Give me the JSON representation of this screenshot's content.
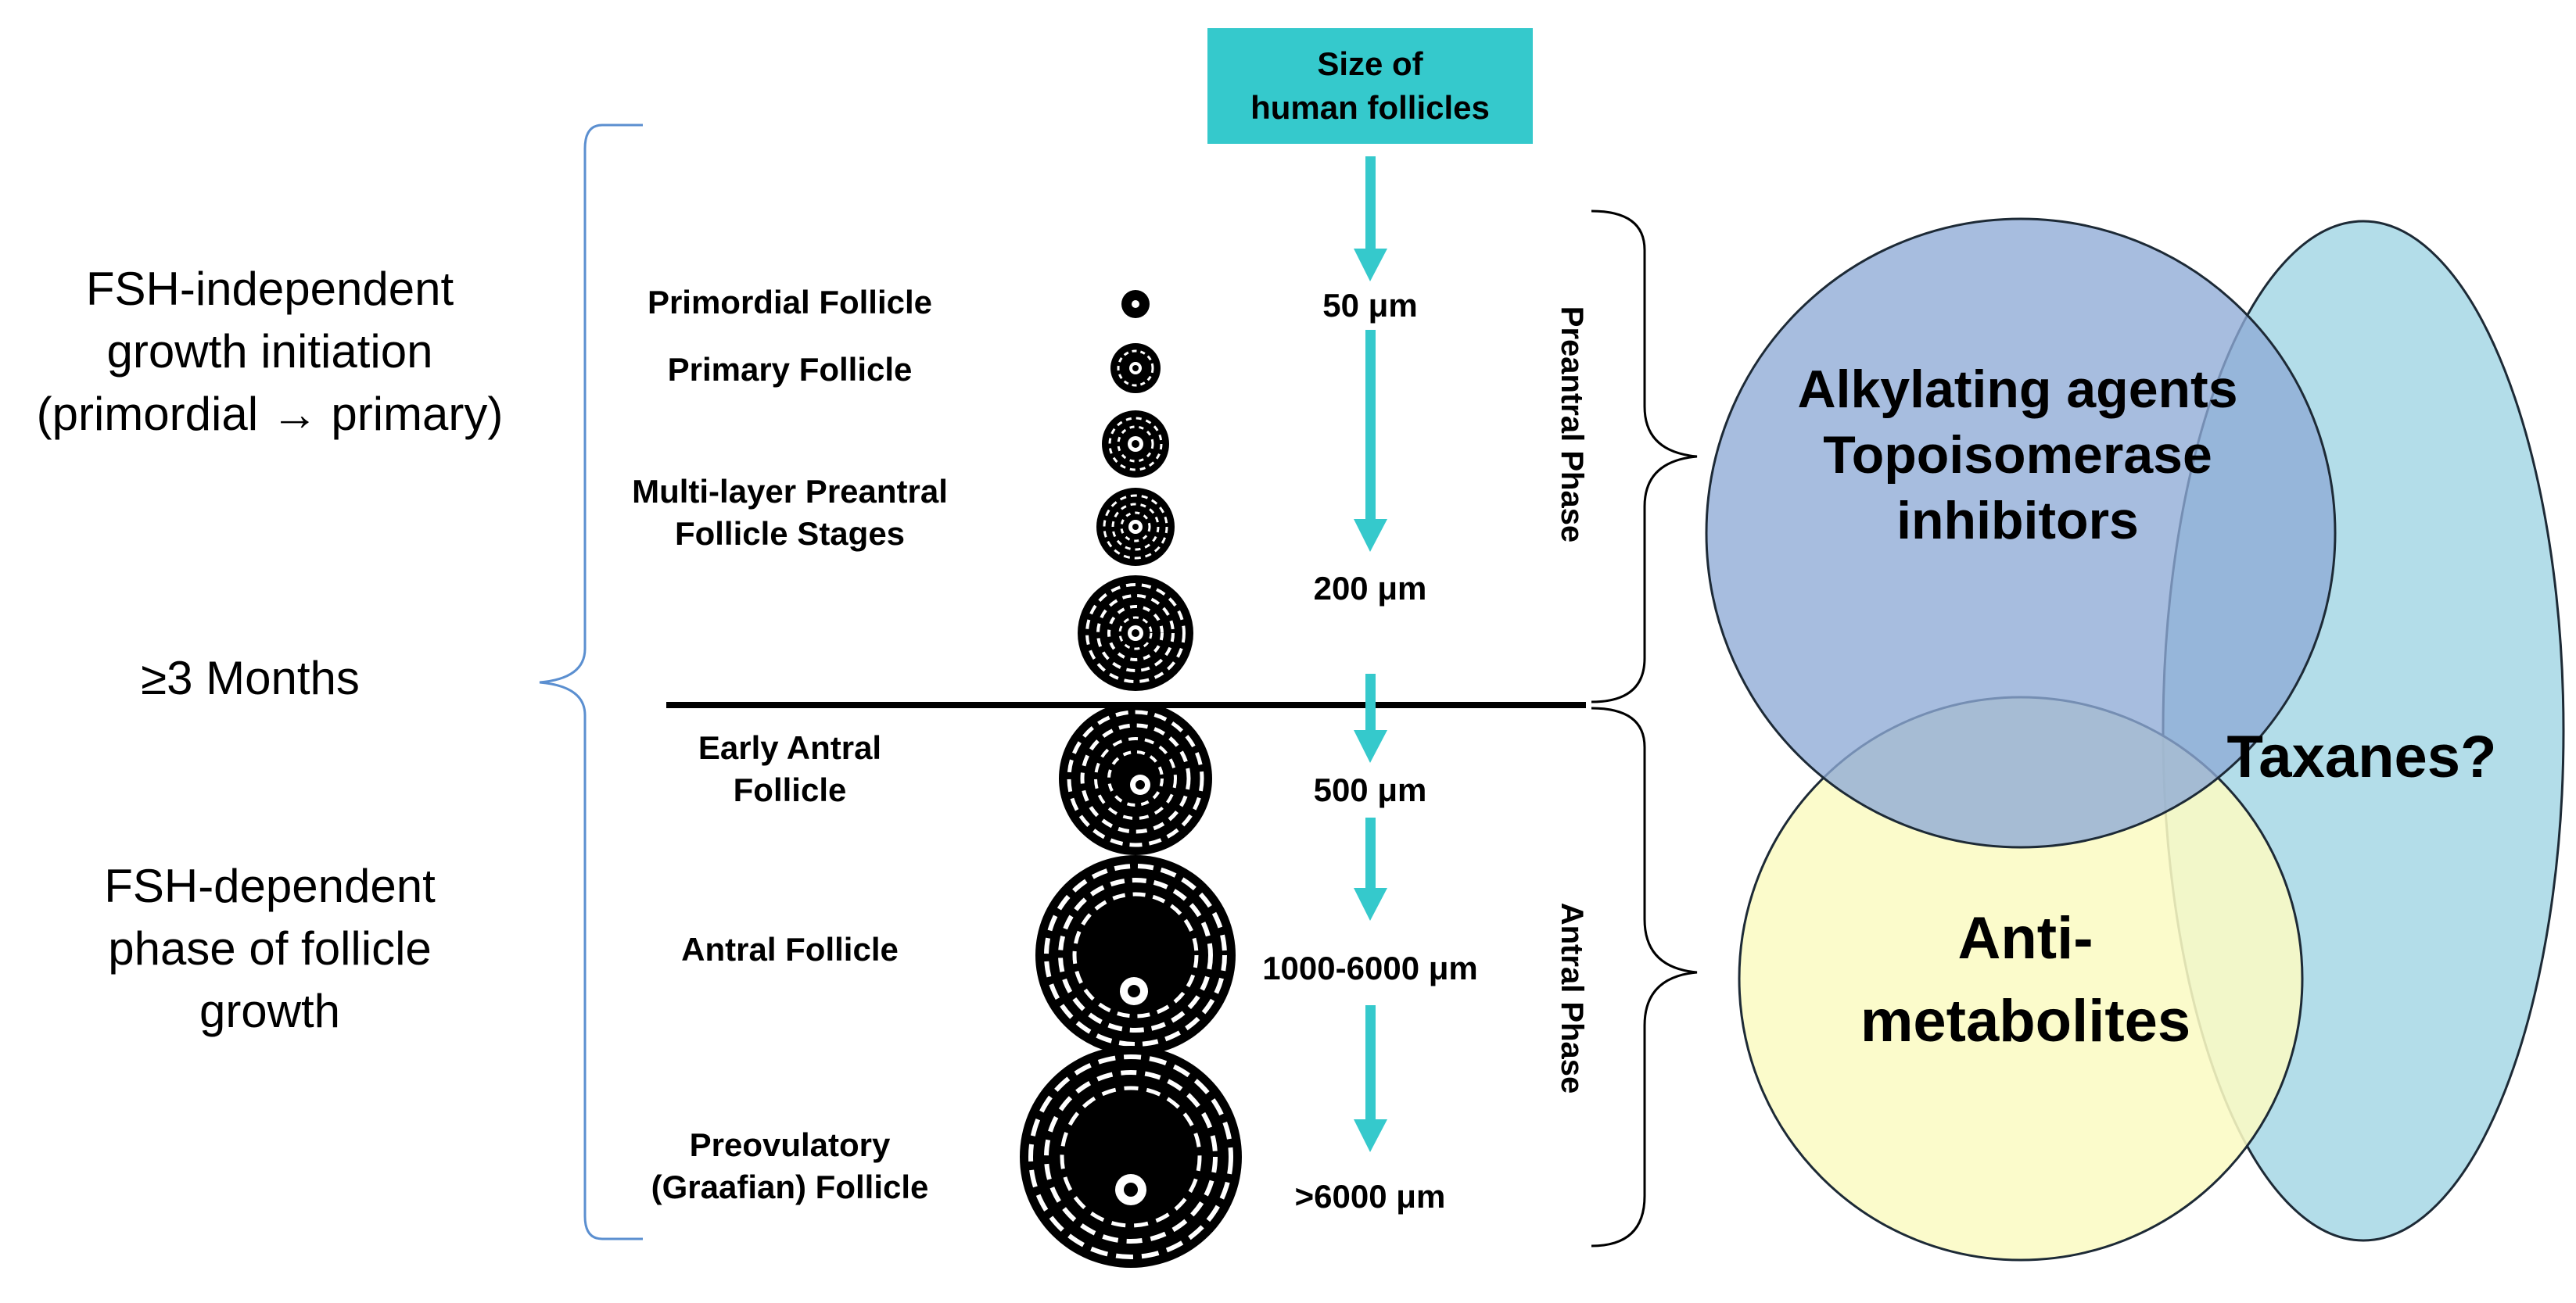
{
  "left_labels": {
    "fsh_independent": [
      "FSH-independent",
      "growth initiation",
      "(primordial → primary)"
    ],
    "duration_symbol": "≥",
    "duration_text": "3 Months",
    "fsh_dependent": [
      "FSH-dependent",
      "phase of follicle",
      "growth"
    ]
  },
  "size_header": [
    "Size of",
    "human follicles"
  ],
  "stages": [
    {
      "label": [
        "Primordial Follicle"
      ]
    },
    {
      "label": [
        "Primary Follicle"
      ]
    },
    {
      "label": [
        "Multi-layer Preantral",
        "Follicle Stages"
      ]
    },
    {
      "label": [
        "Early Antral",
        "Follicle"
      ]
    },
    {
      "label": [
        "Antral Follicle"
      ]
    },
    {
      "label": [
        "Preovulatory",
        "(Graafian) Follicle"
      ]
    }
  ],
  "sizes": [
    "50 μm",
    "200 μm",
    "500 μm",
    "1000-6000 μm",
    ">6000 μm"
  ],
  "phases": {
    "preantral": "Preantral Phase",
    "antral": "Antral Phase"
  },
  "venn": {
    "blue": [
      "Alkylating agents",
      "Topoisomerase",
      "inhibitors"
    ],
    "yellow": [
      "Anti-",
      "metabolites"
    ],
    "teal": "Taxanes?"
  },
  "colors": {
    "size_box": "#35c9cc",
    "arrow": "#35c9cc",
    "blue_circle": "#a8bedf",
    "yellow_circle": "#fafbc4",
    "teal_ellipse": "#b3dde9",
    "left_brace": "#5b8fd0"
  }
}
